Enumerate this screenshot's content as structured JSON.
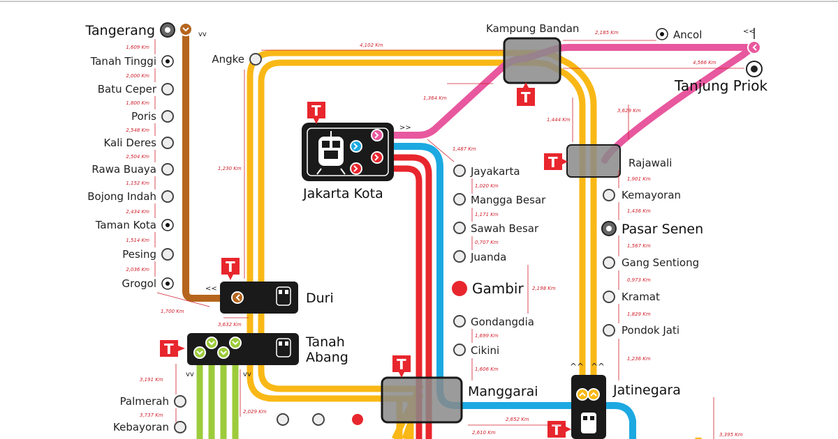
{
  "colors": {
    "yellow": "#f9b816",
    "pink": "#e8589e",
    "blue": "#1ca9e1",
    "red": "#e8262d",
    "brown": "#b5651d",
    "green": "#9ccb3b",
    "hub": "#8a8a8a",
    "box": "#1a1a1a",
    "distance": "#d01f2b"
  },
  "stations": {
    "tangerang": "Tangerang",
    "tanah_tinggi": "Tanah Tinggi",
    "batu_ceper": "Batu Ceper",
    "poris": "Poris",
    "kali_deres": "Kali Deres",
    "rawa_buaya": "Rawa Buaya",
    "bojong_indah": "Bojong Indah",
    "taman_kota": "Taman Kota",
    "pesing": "Pesing",
    "grogol": "Grogol",
    "angke": "Angke",
    "duri": "Duri",
    "tanah_abang_1": "Tanah",
    "tanah_abang_2": "Abang",
    "palmerah": "Palmerah",
    "kebayoran": "Kebayoran",
    "jakarta_kota": "Jakarta Kota",
    "kampung_bandan": "Kampung Bandan",
    "ancol": "Ancol",
    "tanjung_priok": "Tanjung Priok",
    "rajawali": "Rajawali",
    "kemayoran": "Kemayoran",
    "pasar_senen": "Pasar Senen",
    "gang_sentiong": "Gang Sentiong",
    "kramat": "Kramat",
    "pondok_jati": "Pondok Jati",
    "jatinegara": "Jatinegara",
    "jayakarta": "Jayakarta",
    "mangga_besar": "Mangga Besar",
    "sawah_besar": "Sawah Besar",
    "juanda": "Juanda",
    "gambir": "Gambir",
    "gondangdia": "Gondangdia",
    "cikini": "Cikini",
    "manggarai": "Manggarai"
  },
  "distances": {
    "tangerang_tanahtinggi": "1,609 Km",
    "tanahtinggi_batuceper": "2,000 Km",
    "batuceper_poris": "1,800 Km",
    "poris_kalideres": "2,548 Km",
    "kalideres_rawabuaya": "2,504 Km",
    "rawabuaya_bojongindah": "1,152 Km",
    "bojongindah_tamankota": "2,434 Km",
    "tamankota_pesing": "1,514 Km",
    "pesing_grogol": "2,036 Km",
    "grogol_duri": "1,700 Km",
    "angke_kampungbandan": "4,102 Km",
    "angke_duri": "1,230 Km",
    "duri_tanahabang": "3,632 Km",
    "tanahabang_palmerah": "3,191 Km",
    "palmerah_kebayoran": "3,737 Km",
    "tanahabang_manggarai": "2,029 Km",
    "kampungbandan_ancol": "2,185 Km",
    "kampungbandan_tanjungpriok": "4,566 Km",
    "kota_kampungbandan": "1,364 Km",
    "kampungbandan_rajawali": "1,444 Km",
    "ancol_rajawali": "3,629 Km",
    "kota_jayakarta": "1,487 Km",
    "jayakarta_manggabesar": "1,020 Km",
    "manggabesar_sawahbesar": "1,171 Km",
    "sawahbesar_juanda": "0,707 Km",
    "juanda_gondangdia": "2,198 Km",
    "gondangdia_cikini": "1,699 Km",
    "cikini_manggarai": "1,606 Km",
    "rajawali_kemayoran": "1,901 Km",
    "kemayoran_pasarsenen": "1,436 Km",
    "pasarsenen_gangsentiong": "1,567 Km",
    "gangsentiong_kramat": "0,973 Km",
    "kramat_pondokjati": "1,829 Km",
    "pondokjati_jatinegara": "1,236 Km",
    "manggarai_jatinegara": "2,652 Km",
    "manggarai_south": "2,610 Km",
    "jatinegara_south": "3,395 Km"
  },
  "icons": {
    "interchange_logo": "T",
    "direction_mark": "chevron-icon"
  }
}
